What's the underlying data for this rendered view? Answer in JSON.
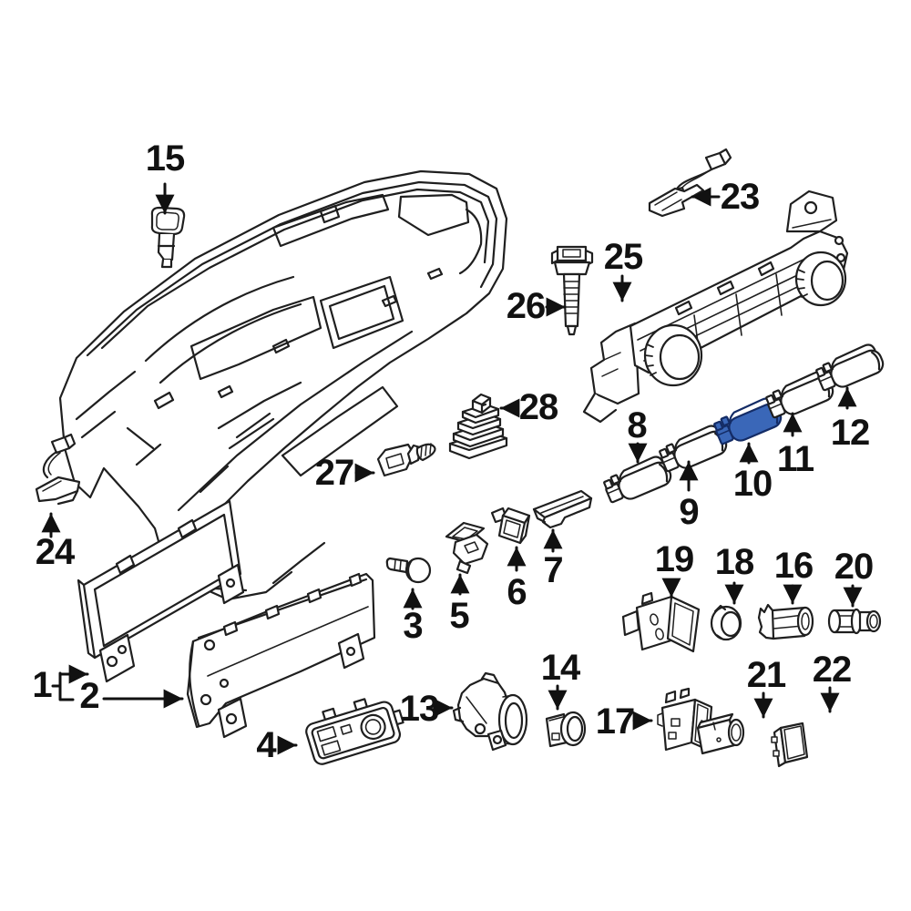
{
  "diagram": {
    "type": "exploded-parts-diagram",
    "background_color": "#ffffff",
    "line_color": "#1f1f1f",
    "label_color": "#111111",
    "highlight_color": "#3a67b8",
    "highlight_stroke": "#142c66",
    "highlighted_callout": "10",
    "callouts": [
      {
        "label": "1"
      },
      {
        "label": "2"
      },
      {
        "label": "3"
      },
      {
        "label": "4"
      },
      {
        "label": "5"
      },
      {
        "label": "6"
      },
      {
        "label": "7"
      },
      {
        "label": "8"
      },
      {
        "label": "9"
      },
      {
        "label": "10"
      },
      {
        "label": "11"
      },
      {
        "label": "12"
      },
      {
        "label": "13"
      },
      {
        "label": "14"
      },
      {
        "label": "15"
      },
      {
        "label": "16"
      },
      {
        "label": "17"
      },
      {
        "label": "18"
      },
      {
        "label": "19"
      },
      {
        "label": "20"
      },
      {
        "label": "21"
      },
      {
        "label": "22"
      },
      {
        "label": "23"
      },
      {
        "label": "24"
      },
      {
        "label": "25"
      },
      {
        "label": "26"
      },
      {
        "label": "27"
      },
      {
        "label": "28"
      }
    ]
  }
}
